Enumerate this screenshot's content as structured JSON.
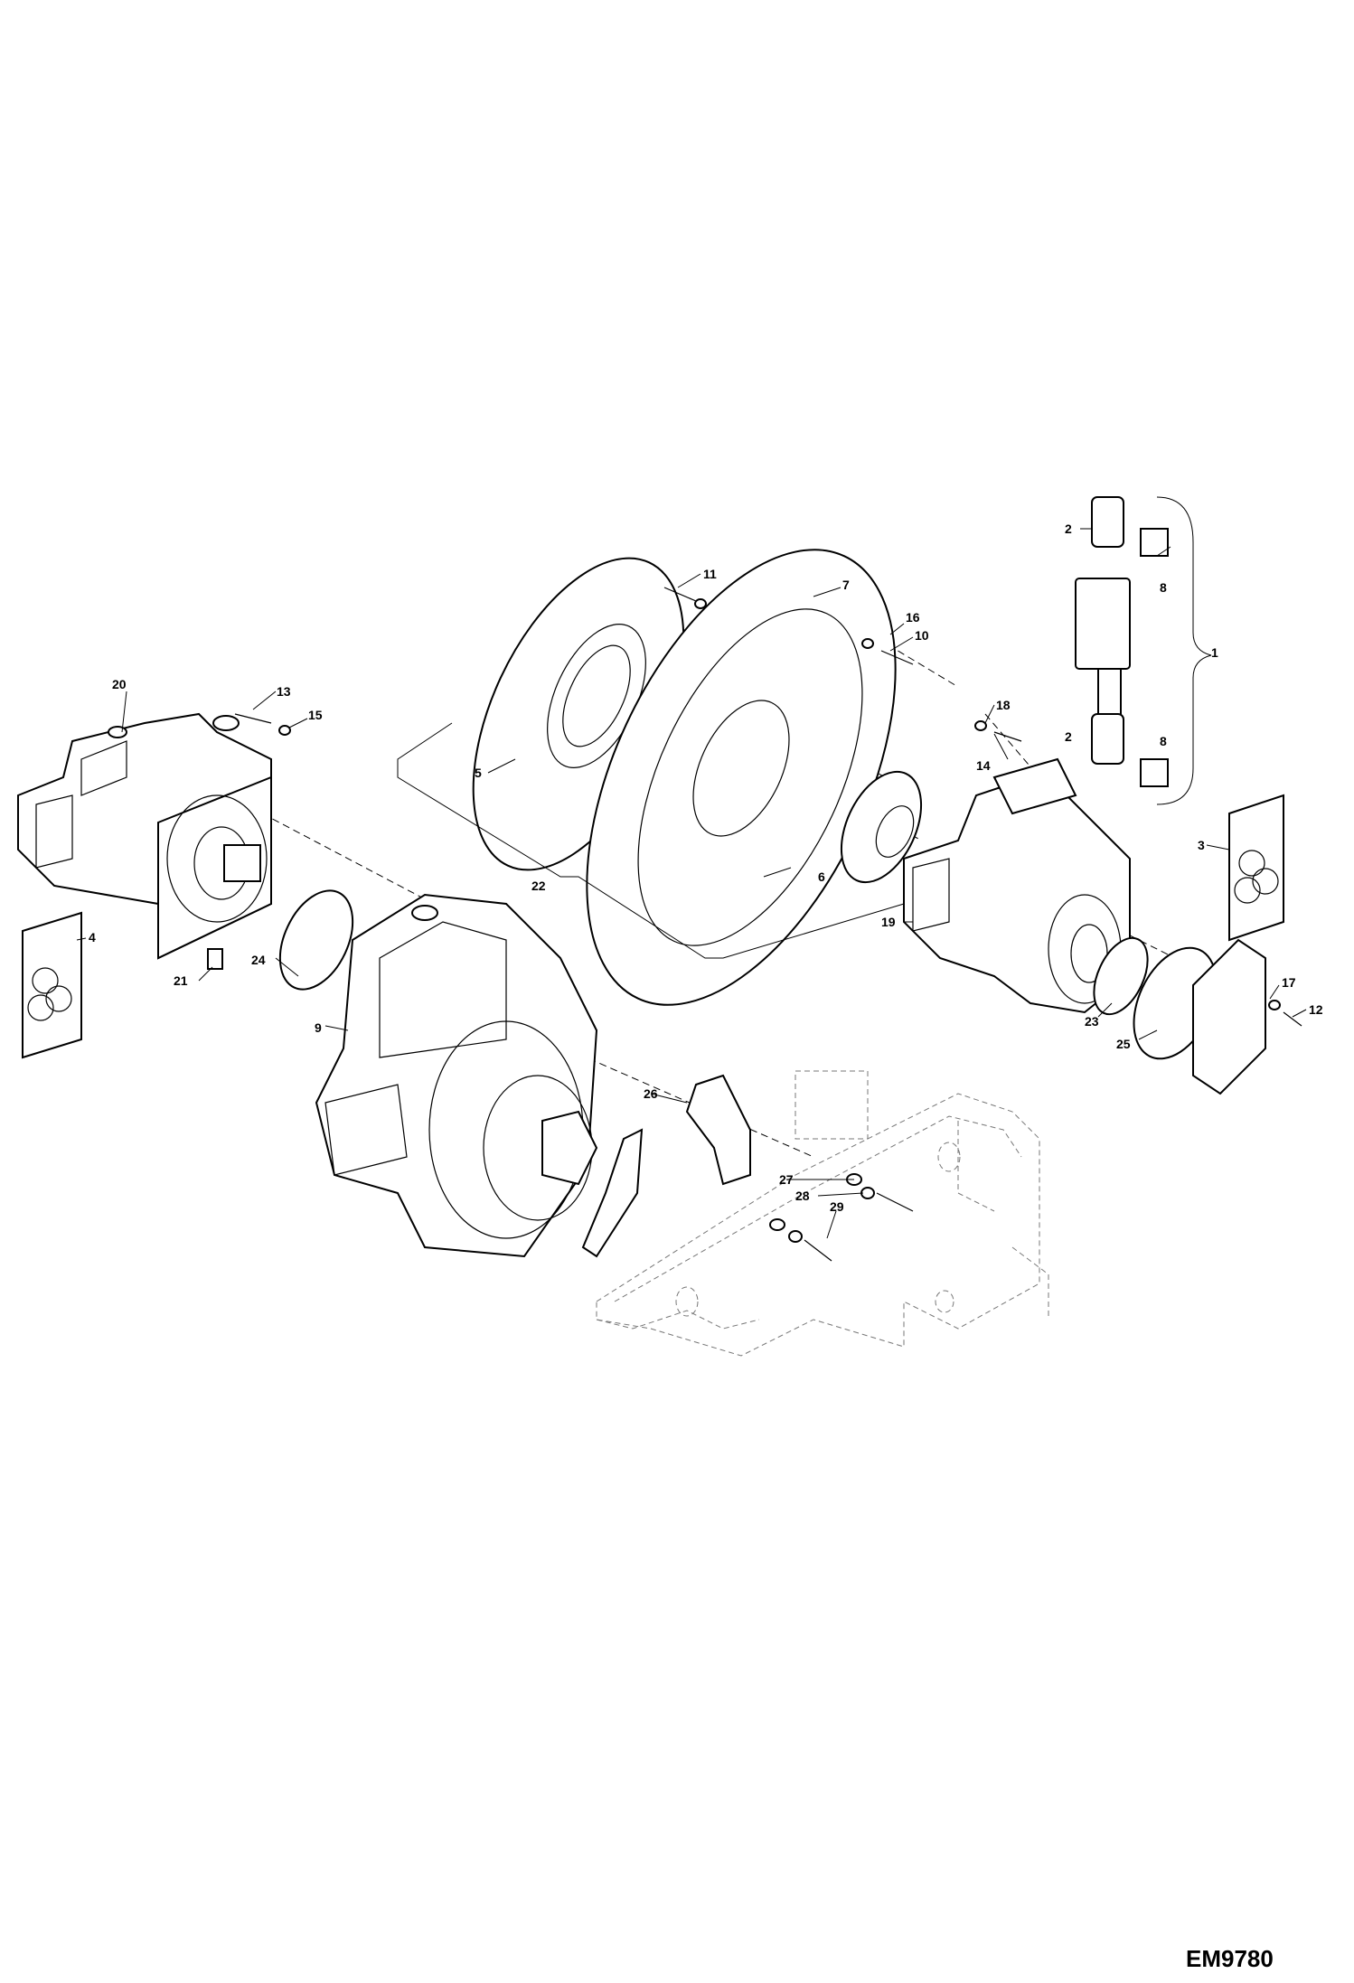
{
  "drawing_code": "EM9780",
  "callouts": [
    "1",
    "2",
    "2",
    "3",
    "4",
    "5",
    "6",
    "7",
    "8",
    "8",
    "9",
    "10",
    "11",
    "12",
    "13",
    "14",
    "15",
    "16",
    "17",
    "18",
    "19",
    "20",
    "21",
    "22",
    "23",
    "24",
    "25",
    "26",
    "27",
    "28",
    "29"
  ]
}
